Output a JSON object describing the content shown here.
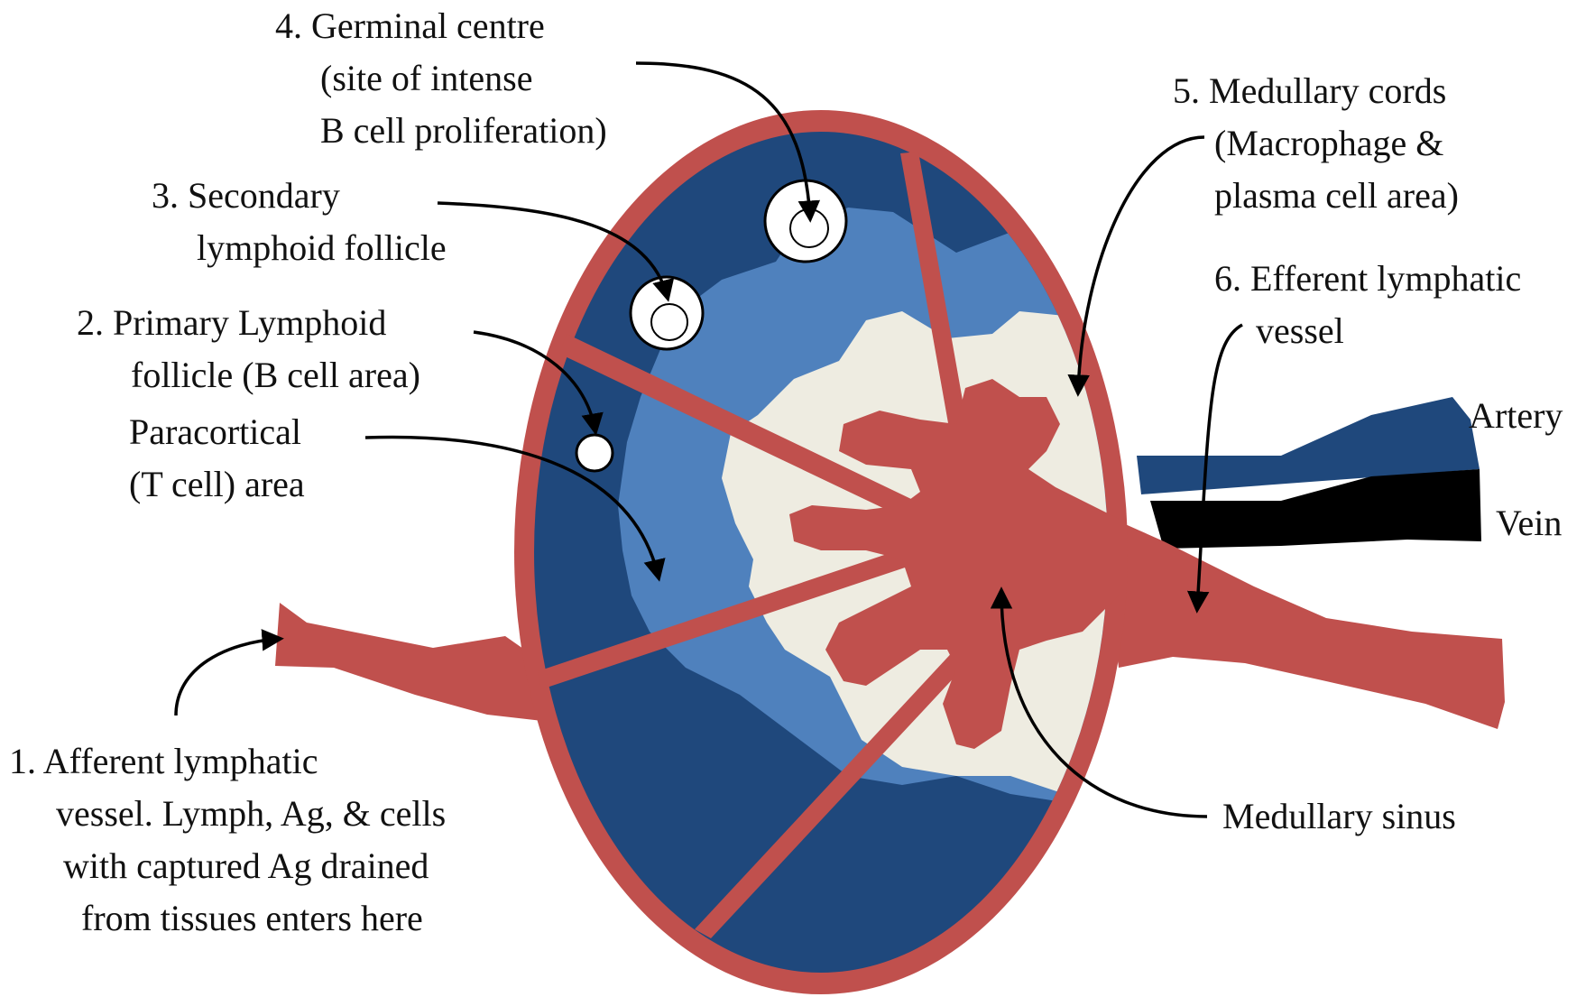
{
  "colors": {
    "capsule": "#c0504d",
    "outer_cortex": "#1f487c",
    "paracortex": "#4f81bd",
    "medulla": "#eeece1",
    "follicle": "#ffffff",
    "artery": "#1f487c",
    "vein": "#000000",
    "arrow": "#000000"
  },
  "labels": {
    "germinal_centre": [
      "4. Germinal centre",
      "(site of intense",
      "B cell proliferation)"
    ],
    "secondary_follicle": [
      "3. Secondary",
      "lymphoid follicle"
    ],
    "primary_follicle": [
      "2. Primary Lymphoid",
      "follicle (B cell area)"
    ],
    "paracortical": [
      "Paracortical",
      "(T cell) area"
    ],
    "afferent": [
      "1. Afferent lymphatic",
      "vessel. Lymph, Ag, & cells",
      "with captured Ag drained",
      "from tissues enters here"
    ],
    "medullary_cords": [
      "5. Medullary  cords",
      "(Macrophage   &",
      "plasma cell area)"
    ],
    "efferent": [
      "6. Efferent lymphatic",
      "vessel"
    ],
    "artery": "Artery",
    "vein": "Vein",
    "medullary_sinus": "Medullary sinus"
  }
}
